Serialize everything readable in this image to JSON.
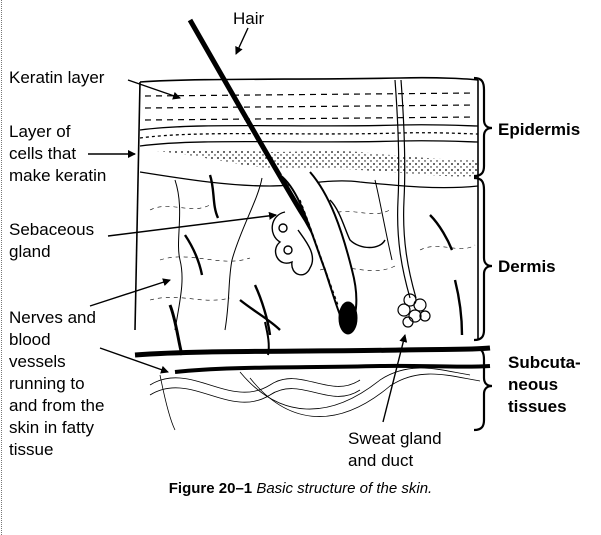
{
  "labels": {
    "hair": "Hair",
    "keratin_layer": "Keratin layer",
    "keratin_cells": "Layer of\ncells that\nmake keratin",
    "sebaceous_gland": "Sebaceous\ngland",
    "nerves_vessels": "Nerves and\nblood\nvessels\nrunning to\nand from the\nskin in fatty\ntissue",
    "sweat_gland": "Sweat  gland\nand duct"
  },
  "regions": {
    "epidermis": "Epidermis",
    "dermis": "Dermis",
    "subcutaneous": "Subcuta-\nneous\ntissues"
  },
  "caption": {
    "number": "Figure 20–1",
    "text": "Basic structure of the skin."
  }
}
